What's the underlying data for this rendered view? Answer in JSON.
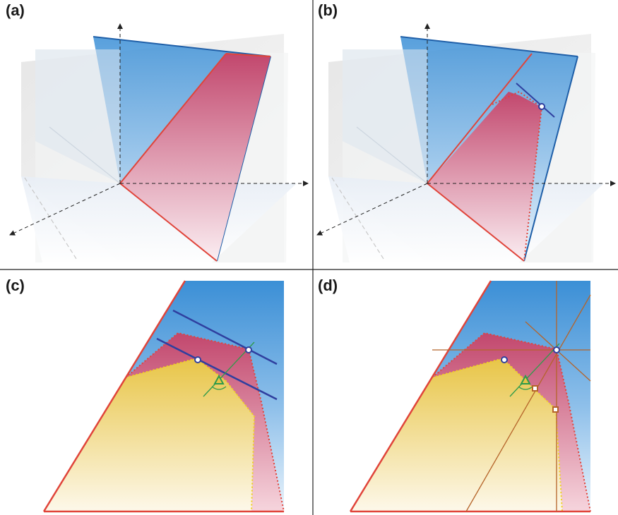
{
  "panels": [
    {
      "id": "a",
      "label": "(a)"
    },
    {
      "id": "b",
      "label": "(b)"
    },
    {
      "id": "c",
      "label": "(c)"
    },
    {
      "id": "d",
      "label": "(d)"
    }
  ],
  "colors": {
    "blue_plane": "#3b8fd6",
    "red_plane": "#c2476d",
    "red_line": "#e0443a",
    "blue_line": "#2f3f9f",
    "yellow_region": "#e8c547",
    "green_marker": "#2e9b4a",
    "orange_marker": "#b5642a",
    "gray_plane": "#e0e0e0",
    "divider": "#222222"
  },
  "icons": {
    "circle_marker": "hollow-circle-icon",
    "triangle_marker": "triangle-icon",
    "square_marker": "square-icon",
    "axis_arrow": "arrow-icon"
  }
}
